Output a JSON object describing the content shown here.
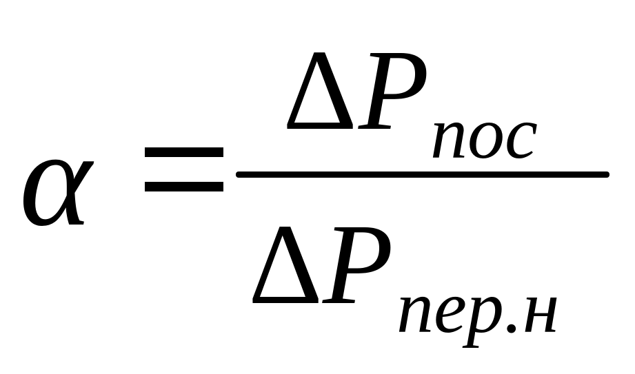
{
  "formula": {
    "lhs": "α",
    "numerator": {
      "delta": "Δ",
      "symbol": "P",
      "subscript": "пос"
    },
    "denominator": {
      "delta": "Δ",
      "symbol": "P",
      "subscript": "пер.н"
    }
  }
}
